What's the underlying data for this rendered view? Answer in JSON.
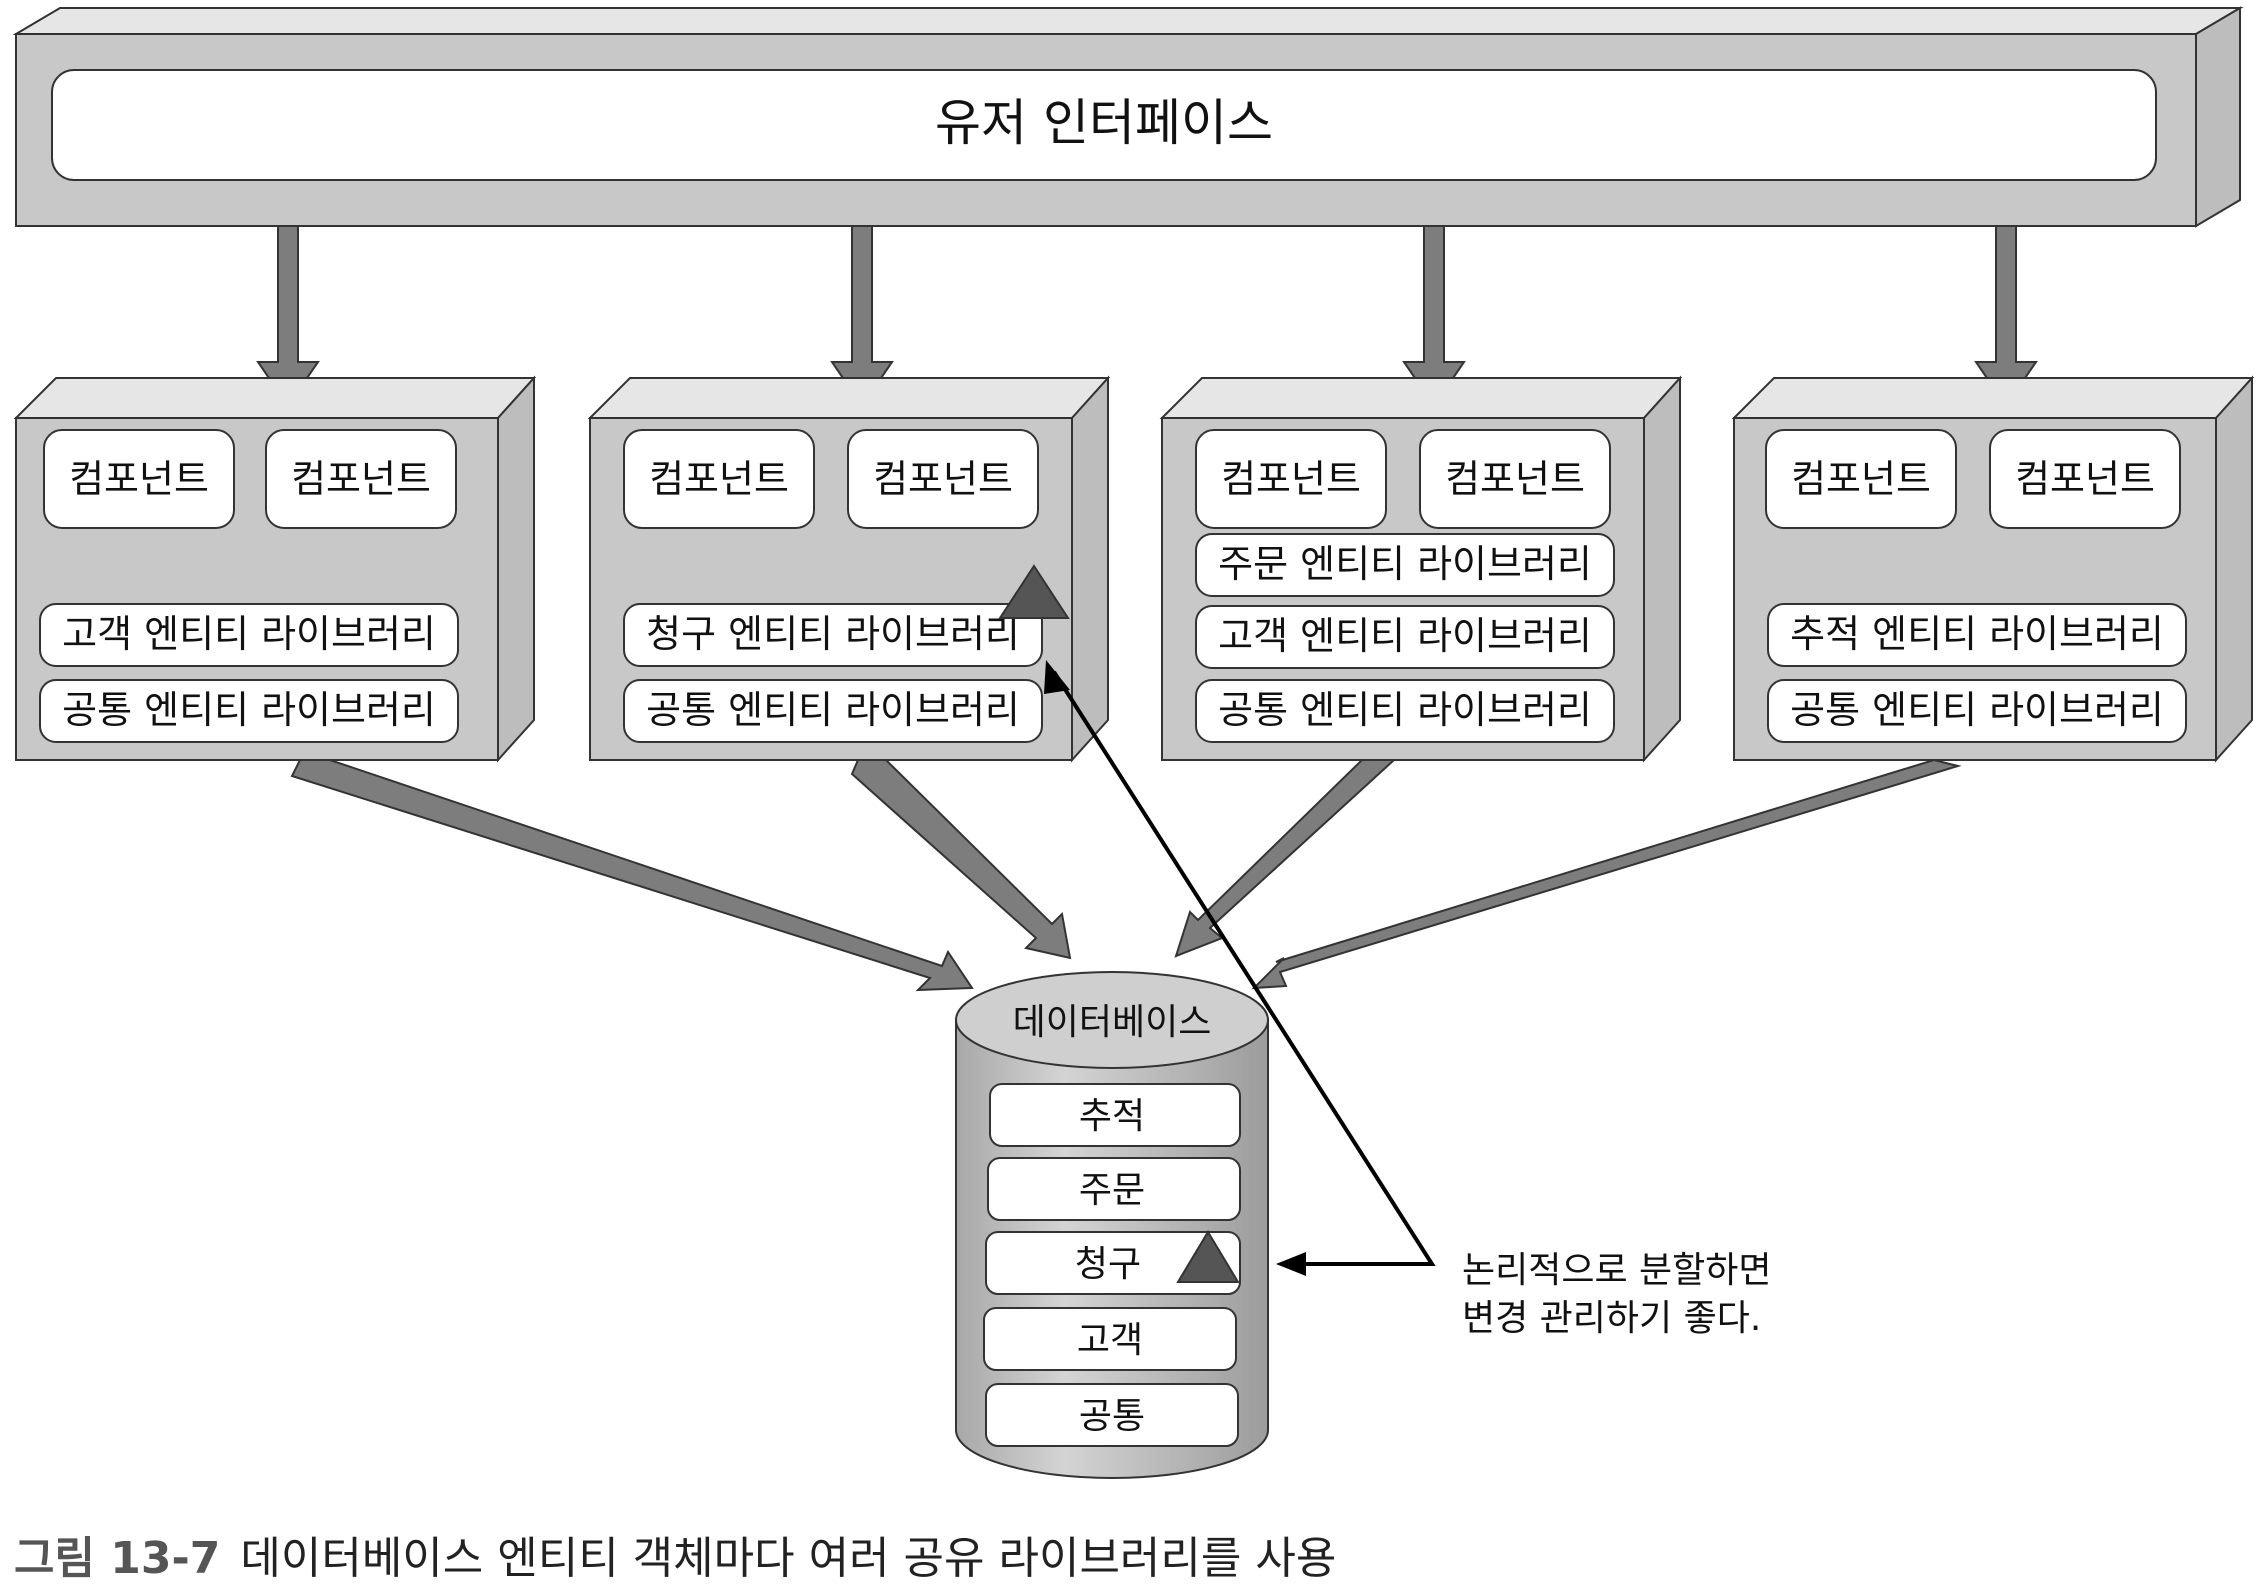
{
  "ui_layer": {
    "label": "유저 인터페이스"
  },
  "modules": [
    {
      "components": [
        "컴포넌트",
        "컴포넌트"
      ],
      "libraries": [
        "고객 엔티티 라이브러리",
        "공통 엔티티 라이브러리"
      ]
    },
    {
      "components": [
        "컴포넌트",
        "컴포넌트"
      ],
      "libraries": [
        "청구 엔티티 라이브러리",
        "공통 엔티티 라이브러리"
      ]
    },
    {
      "components": [
        "컴포넌트",
        "컴포넌트"
      ],
      "libraries": [
        "주문 엔티티 라이브러리",
        "고객 엔티티 라이브러리",
        "공통 엔티티 라이브러리"
      ]
    },
    {
      "components": [
        "컴포넌트",
        "컴포넌트"
      ],
      "libraries": [
        "추적 엔티티 라이브러리",
        "공통 엔티티 라이브러리"
      ]
    }
  ],
  "database": {
    "title": "데이터베이스",
    "tables": [
      "추적",
      "주문",
      "청구",
      "고객",
      "공통"
    ]
  },
  "note": {
    "lines": [
      "논리적으로 분할하면",
      "변경 관리하기 좋다."
    ]
  },
  "caption": {
    "figure_number": "그림 13-7",
    "text": "데이터베이스 엔티티 객체마다 여러 공유 라이브러리를 사용"
  },
  "colors": {
    "box_fill": "#c8c8c8",
    "box_side": "#bdbdbd",
    "arrow_fill": "#7d7d7d",
    "stroke": "#333333",
    "marker": "#555555"
  }
}
